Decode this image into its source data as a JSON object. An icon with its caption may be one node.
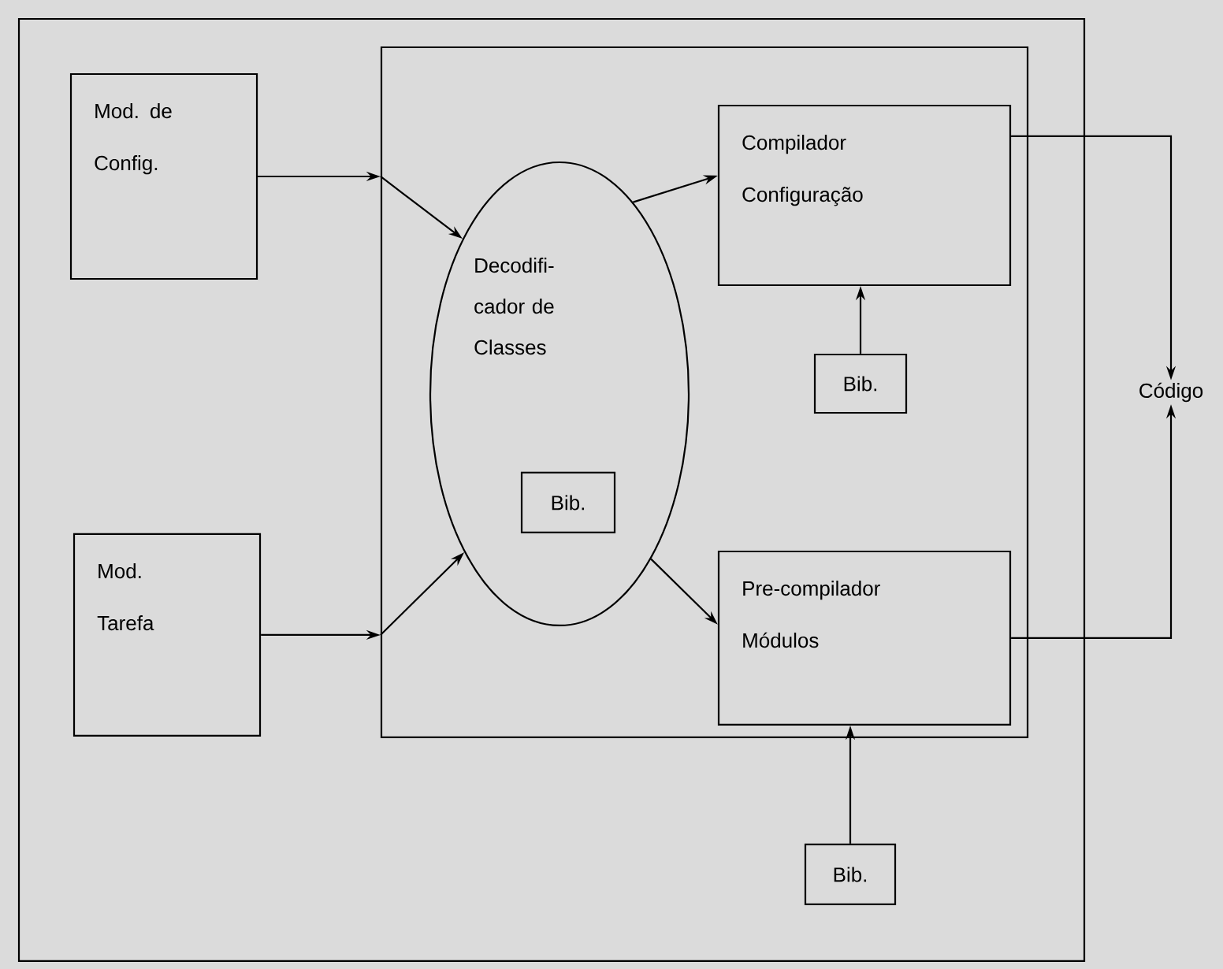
{
  "diagram": {
    "nodes": [
      {
        "text": [],
        "shape": "box"
      },
      {
        "text": [
          "Mod. de Config."
        ],
        "in": 0
      },
      {
        "text": [
          "Mod. Tarefa"
        ],
        "in": 0
      },
      {
        "text": [],
        "shape": "box",
        "in": 0
      },
      {
        "text": [
          "Decodifi- cador de Classes"
        ],
        "in": 3
      },
      {
        "text": [
          "Bib."
        ],
        "in": 4
      },
      {
        "text": [
          "Compilador Configuração"
        ],
        "in": 3
      },
      {
        "text": [
          "Bib."
        ],
        "in": 3
      },
      {
        "text": [
          "Pre-compilador Módulos"
        ],
        "in": 3
      },
      {
        "text": [
          "Bib."
        ],
        "in": 0
      },
      {
        "text": [
          "Código"
        ]
      }
    ],
    "edges": [
      {
        "from": 1,
        "to": 3,
        "arrow": "to"
      },
      {
        "from": 3,
        "to": 4,
        "arrow": "to"
      },
      {
        "from": 2,
        "to": 3,
        "arrow": "to"
      },
      {
        "from": 3,
        "to": 4,
        "arrow": "to"
      },
      {
        "from": 4,
        "to": 6,
        "arrow": "to"
      },
      {
        "from": 4,
        "to": 8,
        "arrow": "to"
      },
      {
        "from": 7,
        "to": 6,
        "arrow": "to"
      },
      {
        "from": 9,
        "to": 8,
        "arrow": "to"
      },
      {
        "from": 6,
        "to": 10,
        "arrow": "to"
      },
      {
        "from": 8,
        "to": 10,
        "arrow": "to"
      }
    ]
  }
}
